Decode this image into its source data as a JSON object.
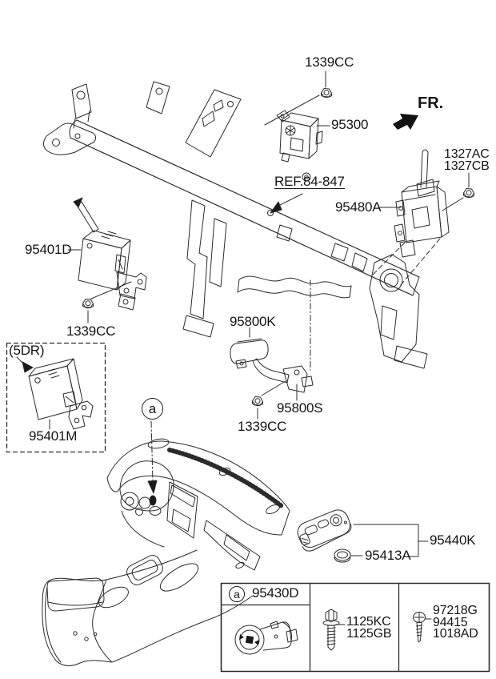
{
  "header": {
    "direction": "FR."
  },
  "reference": {
    "label": "REF.84-847"
  },
  "callout": {
    "letter": "a"
  },
  "variant_box": {
    "label": "(5DR)",
    "part": "95401M"
  },
  "parts": {
    "nut_top": "1339CC",
    "module_top": "95300",
    "fastener_right_line1": "1327AC",
    "fastener_right_line2": "1327CB",
    "module_right": "95480A",
    "module_left": "95401D",
    "nut_left": "1339CC",
    "module_center": "95800K",
    "bracket_center": "95800S",
    "nut_center": "1339CC",
    "key_fob": "95440K",
    "key_battery": "95413A"
  },
  "table": {
    "col1": {
      "callout": "a",
      "part": "95430D"
    },
    "col2": {
      "parts": [
        "1125KC",
        "1125GB"
      ]
    },
    "col3": {
      "parts": [
        "97218G",
        "94415",
        "1018AD"
      ]
    }
  },
  "colors": {
    "background": "#ffffff",
    "line": "#2b2b2b",
    "text": "#151515"
  }
}
